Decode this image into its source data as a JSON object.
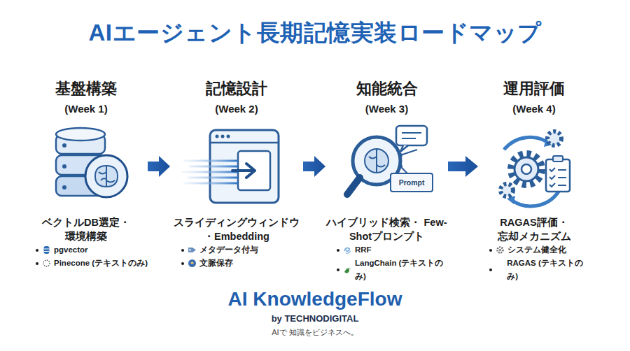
{
  "diagram": {
    "title": "AIエージェント長期記憶実装ロードマップ",
    "nodes": [
      {
        "text": [
          "基盤構築",
          "(Week 1)",
          "ベクトルDB選定・ 環境構築",
          "pgvector",
          "Pinecone (テキストのみ)"
        ]
      },
      {
        "text": [
          "記憶設計",
          "(Week 2)",
          "スライディングウィンドウ ・Embedding",
          "メタデータ付与",
          "文脈保存"
        ]
      },
      {
        "text": [
          "知能統合",
          "(Week 3)",
          "ハイブリッド検索・ Few-Shotプロンプト",
          "RRF",
          "LangChain (テキストのみ)"
        ]
      },
      {
        "text": [
          "運用評価",
          "(Week 4)",
          "RAGAS評価・ 忘却メカニズム",
          "システム健全化",
          "RAGAS (テキストのみ)"
        ]
      }
    ],
    "edges": [
      {
        "from": 0,
        "to": 1,
        "arrow": "to"
      },
      {
        "from": 1,
        "to": 2,
        "arrow": "to"
      },
      {
        "from": 2,
        "to": 3,
        "arrow": "to"
      }
    ],
    "labels": [
      "Prompt",
      "AI KnowledgeFlow",
      "by TECHNODIGITAL",
      "AIで 知識をビジネスへ。"
    ]
  }
}
